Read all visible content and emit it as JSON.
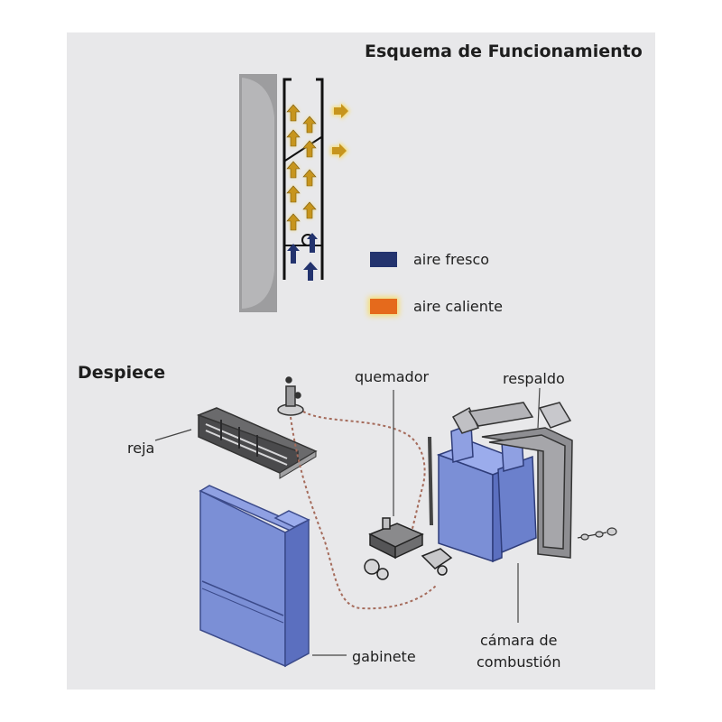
{
  "title": "Esquema de Funcionamiento",
  "exploded_title": "Despiece",
  "legend": {
    "fresh_air": {
      "label": "aire fresco",
      "color": "#23336e"
    },
    "hot_air": {
      "label": "aire caliente",
      "color": "#e56a1c"
    }
  },
  "parts": {
    "quemador": "quemador",
    "respaldo": "respaldo",
    "reja": "reja",
    "gabinete": "gabinete",
    "camara_line1": "cámara de",
    "camara_line2": "combustión"
  },
  "colors": {
    "panel": "#e8e8ea",
    "part_blue": "#7b8fd6",
    "part_blue_dark": "#5b6fbf",
    "grey_back": "#a8a8aa",
    "arrow_hot": "#c7951d",
    "arrow_glow": "#f7dc6a"
  }
}
